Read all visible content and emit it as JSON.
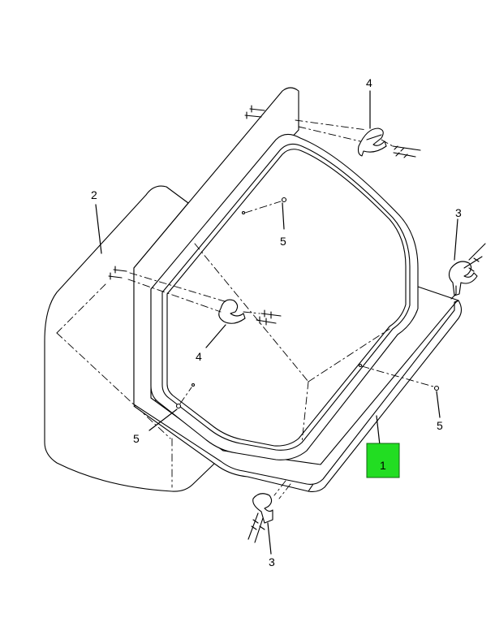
{
  "callouts": {
    "c1": "1",
    "c2": "2",
    "c3_top": "3",
    "c3_bottom": "3",
    "c4_top": "4",
    "c4_mid": "4",
    "c5_top": "5",
    "c5_left": "5",
    "c5_right": "5"
  },
  "highlight": {
    "color": "#22dd22",
    "border_color": "#116611"
  }
}
